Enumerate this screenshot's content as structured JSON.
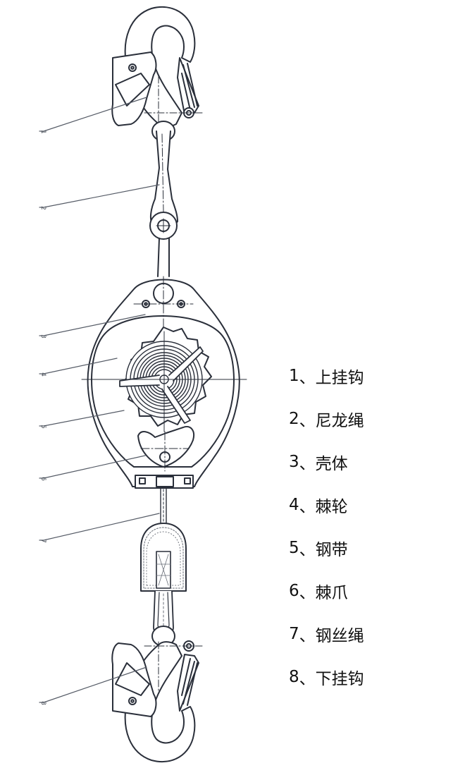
{
  "callouts": [
    "1",
    "2",
    "3",
    "4",
    "5",
    "6",
    "7",
    "8"
  ],
  "legend": [
    {
      "number": "1",
      "separator": "、",
      "text": "上挂钩"
    },
    {
      "number": "2",
      "separator": "、",
      "text": "尼龙绳"
    },
    {
      "number": "3",
      "separator": "、",
      "text": "壳体"
    },
    {
      "number": "4",
      "separator": "、",
      "text": "棘轮"
    },
    {
      "number": "5",
      "separator": "、",
      "text": "钢带"
    },
    {
      "number": "6",
      "separator": "、",
      "text": "棘爪"
    },
    {
      "number": "7",
      "separator": "、",
      "text": "钢丝绳"
    },
    {
      "number": "8",
      "separator": "、",
      "text": "下挂钩"
    }
  ],
  "colors": {
    "line": "#2a2f3a",
    "fill": "#ffffff",
    "leader": "#555b66",
    "hatch": "#6a6f78"
  }
}
